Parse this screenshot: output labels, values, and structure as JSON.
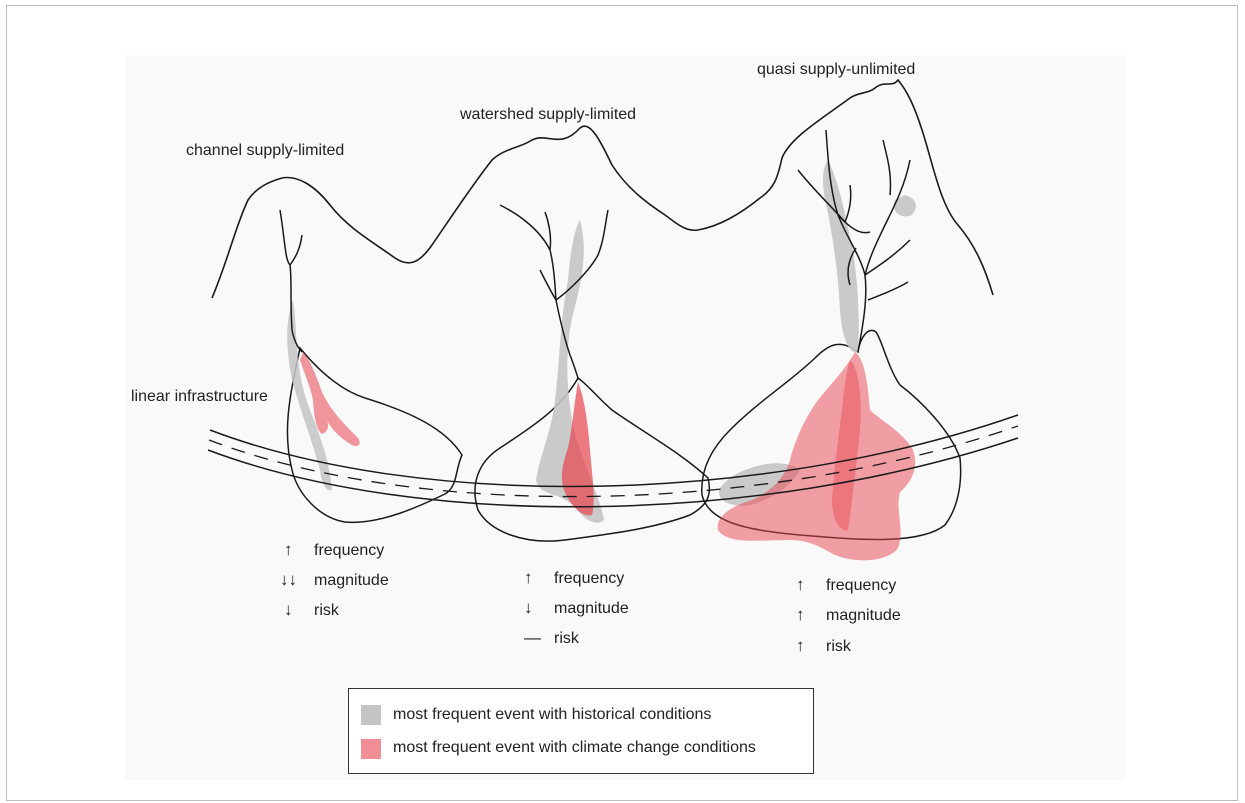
{
  "labels": {
    "channel": "channel supply-limited",
    "watershed": "watershed supply-limited",
    "quasi": "quasi supply-unlimited",
    "infrastructure": "linear infrastructure"
  },
  "columns": [
    {
      "id": "channel",
      "rows": [
        {
          "arrow": "↑",
          "text": "frequency"
        },
        {
          "arrow": "↓↓",
          "text": "magnitude"
        },
        {
          "arrow": "↓",
          "text": "risk"
        }
      ]
    },
    {
      "id": "watershed",
      "rows": [
        {
          "arrow": "↑",
          "text": "frequency"
        },
        {
          "arrow": "↓",
          "text": "magnitude"
        },
        {
          "arrow": "—",
          "text": "risk"
        }
      ]
    },
    {
      "id": "quasi",
      "rows": [
        {
          "arrow": "↑",
          "text": "frequency"
        },
        {
          "arrow": "↑",
          "text": "magnitude"
        },
        {
          "arrow": "↑",
          "text": "risk"
        }
      ]
    }
  ],
  "legend": {
    "historical": "most frequent event with historical conditions",
    "climate": "most frequent event with climate change conditions"
  },
  "colors": {
    "historical": "#c4c4c4",
    "climate": "#e8434f",
    "line": "#1a1a1a"
  }
}
